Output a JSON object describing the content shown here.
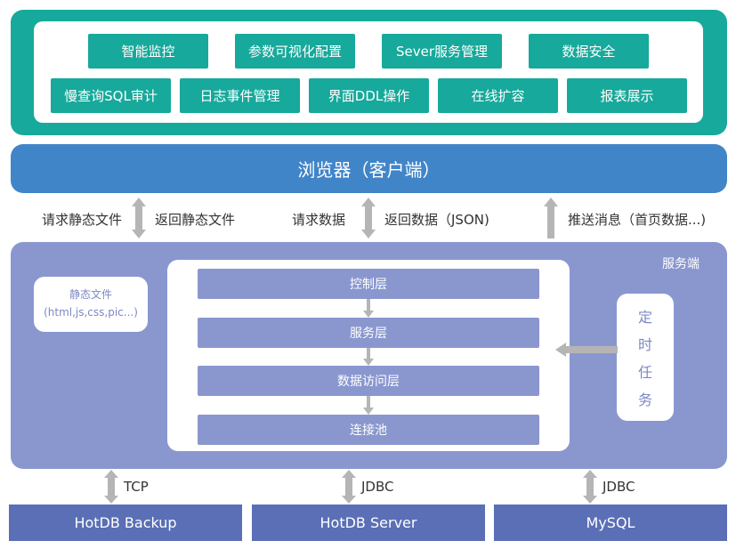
{
  "features": {
    "row1": [
      "智能监控",
      "参数可视化配置",
      "Sever服务管理",
      "数据安全"
    ],
    "row2": [
      "慢查询SQL审计",
      "日志事件管理",
      "界面DDL操作",
      "在线扩容",
      "报表展示"
    ]
  },
  "browser": {
    "label": "浏览器（客户端）"
  },
  "flows": {
    "request_static": "请求静态文件",
    "return_static": "返回静态文件",
    "request_data": "请求数据",
    "return_data": "返回数据（JSON)",
    "push_message": "推送消息（首页数据...)"
  },
  "server": {
    "title": "服务端",
    "static_files": {
      "title": "静态文件",
      "detail": "(html,js,css,pic...)"
    },
    "layers": [
      "控制层",
      "服务层",
      "数据访问层",
      "连接池"
    ],
    "scheduled_task": [
      "定",
      "时",
      "任",
      "务"
    ]
  },
  "protocols": [
    "TCP",
    "JDBC",
    "JDBC"
  ],
  "databases": [
    "HotDB Backup",
    "HotDB Server",
    "MySQL"
  ],
  "colors": {
    "teal": "#17a99b",
    "browser_blue": "#4185c9",
    "server_purple": "#8a97cf",
    "db_blue": "#5a6fb5",
    "arrow_gray": "#b5b5b5"
  }
}
